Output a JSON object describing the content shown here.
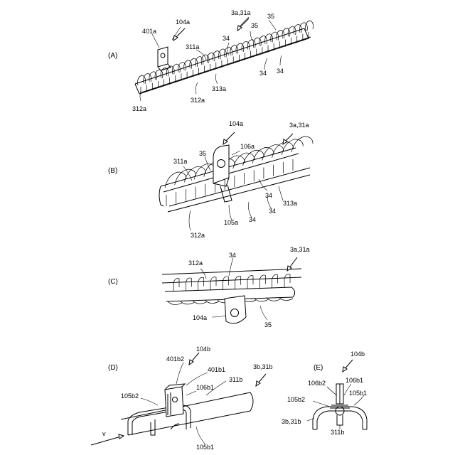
{
  "panels": {
    "A": {
      "panel_label": "(A)",
      "labels": {
        "l_401a": "401a",
        "l_104a": "104a",
        "l_3a31a": "3a,31a",
        "l_35_top": "35",
        "l_35_mid": "35",
        "l_34_top": "34",
        "l_311a": "311a",
        "l_34_r1": "34",
        "l_34_r2": "34",
        "l_313a": "313a",
        "l_312a_mid": "312a",
        "l_312a_left": "312a"
      }
    },
    "B": {
      "panel_label": "(B)",
      "labels": {
        "l_104a": "104a",
        "l_3a31a": "3a,31a",
        "l_106a": "106a",
        "l_311a": "311a",
        "l_35": "35",
        "l_34_a": "34",
        "l_313a": "313a",
        "l_34_b": "34",
        "l_105a": "105a",
        "l_34_c": "34",
        "l_312a": "312a"
      }
    },
    "C": {
      "panel_label": "(C)",
      "labels": {
        "l_3a31a": "3a,31a",
        "l_312a": "312a",
        "l_34": "34",
        "l_104a": "104a",
        "l_35": "35"
      }
    },
    "D": {
      "panel_label": "(D)",
      "labels": {
        "l_104b": "104b",
        "l_401b2": "401b2",
        "l_401b1": "401b1",
        "l_3b31b": "3b,31b",
        "l_106b1": "106b1",
        "l_311b": "311b",
        "l_105b2": "105b2",
        "l_v": "v",
        "l_105b1": "105b1"
      }
    },
    "E": {
      "panel_label": "(E)",
      "labels": {
        "l_104b": "104b",
        "l_106b2": "106b2",
        "l_106b1": "106b1",
        "l_105b2": "105b2",
        "l_105b1": "105b1",
        "l_3b31b": "3b,31b",
        "l_311b": "311b"
      }
    }
  }
}
